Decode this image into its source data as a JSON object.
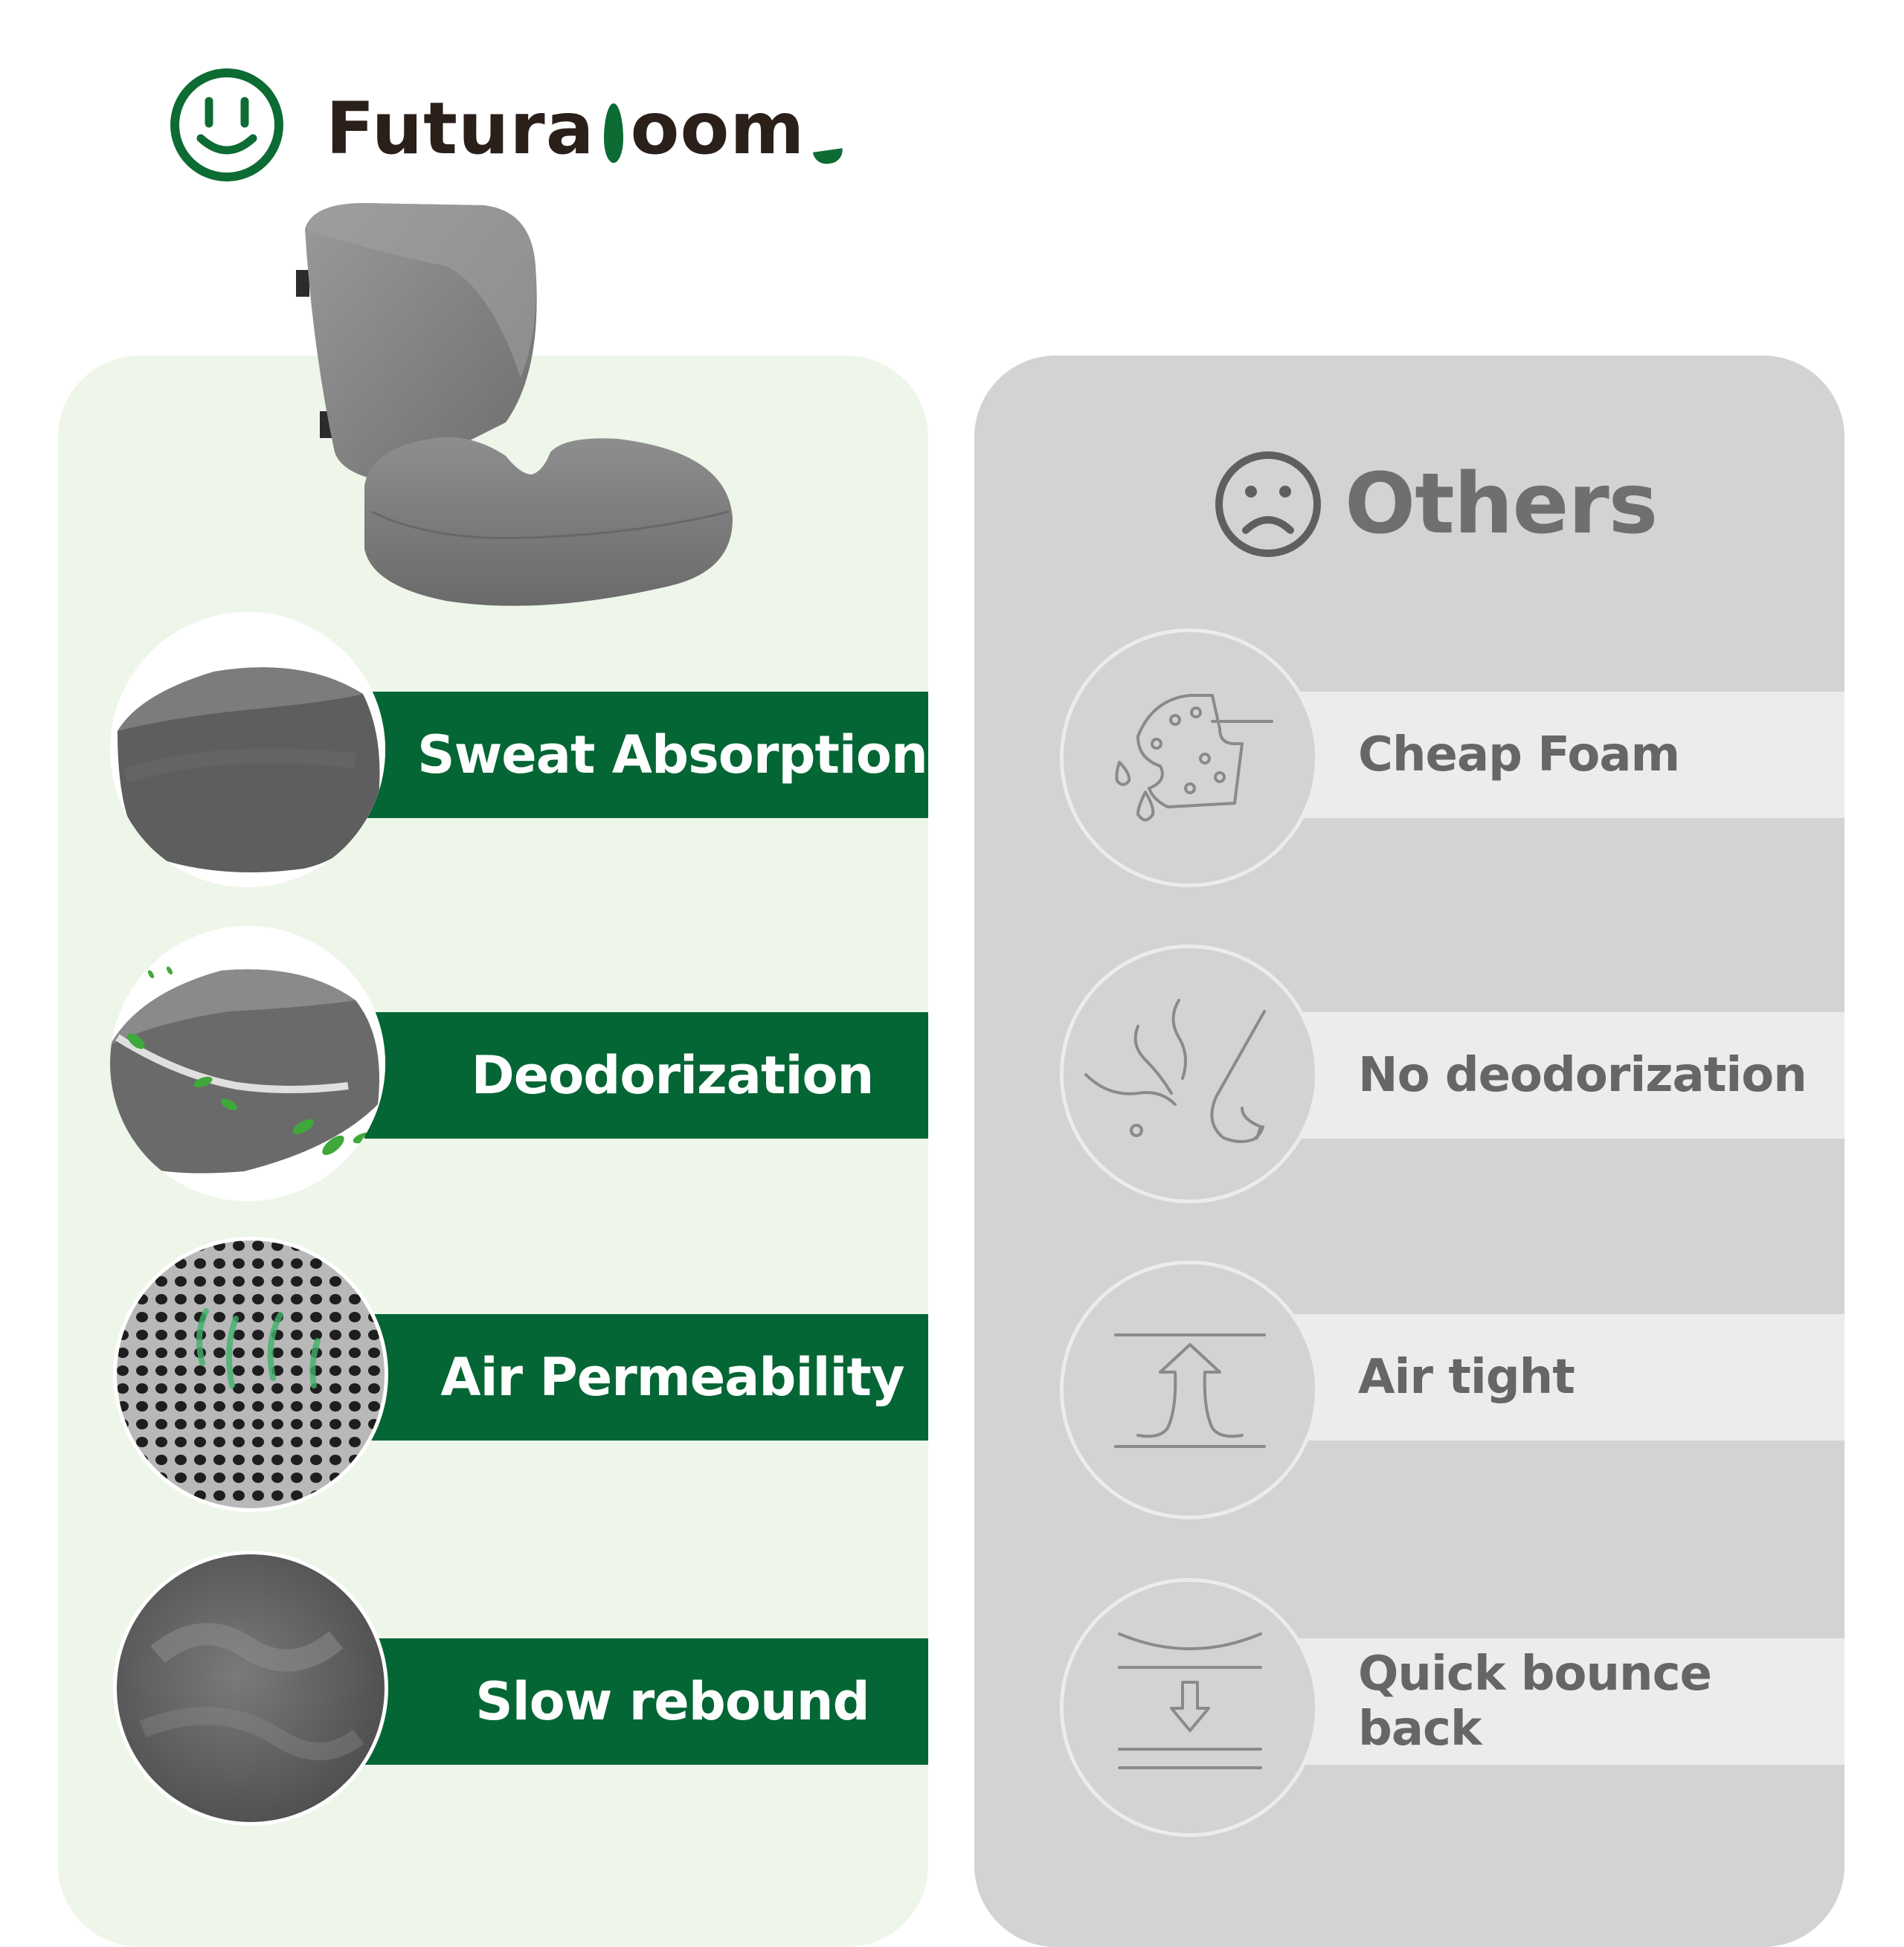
{
  "brand": {
    "name_prefix": "Futura",
    "name_suffix": "oom",
    "logo_icon": "smiley-icon",
    "brand_color": "#0d6b34"
  },
  "ours": {
    "panel_color": "#edf6e9",
    "band_color": "#046634",
    "features": [
      {
        "label": "Sweat Absorption",
        "image": "foam-surface-photo"
      },
      {
        "label": "Deodorization",
        "image": "foam-leaves-photo"
      },
      {
        "label": "Air Permeability",
        "image": "mesh-fabric-photo"
      },
      {
        "label": "Slow rebound",
        "image": "memory-foam-photo"
      }
    ]
  },
  "others": {
    "title": "Others",
    "title_icon": "sad-face-icon",
    "panel_color": "#d3d3d3",
    "band_color": "#ececec",
    "features": [
      {
        "label": "Cheap Foam",
        "icon": "crumbling-foam-icon"
      },
      {
        "label": "No deodorization",
        "icon": "smell-nose-icon"
      },
      {
        "label": "Air tight",
        "icon": "blocked-air-icon"
      },
      {
        "label": "Quick bounce back",
        "icon": "compress-arrow-icon"
      }
    ]
  }
}
